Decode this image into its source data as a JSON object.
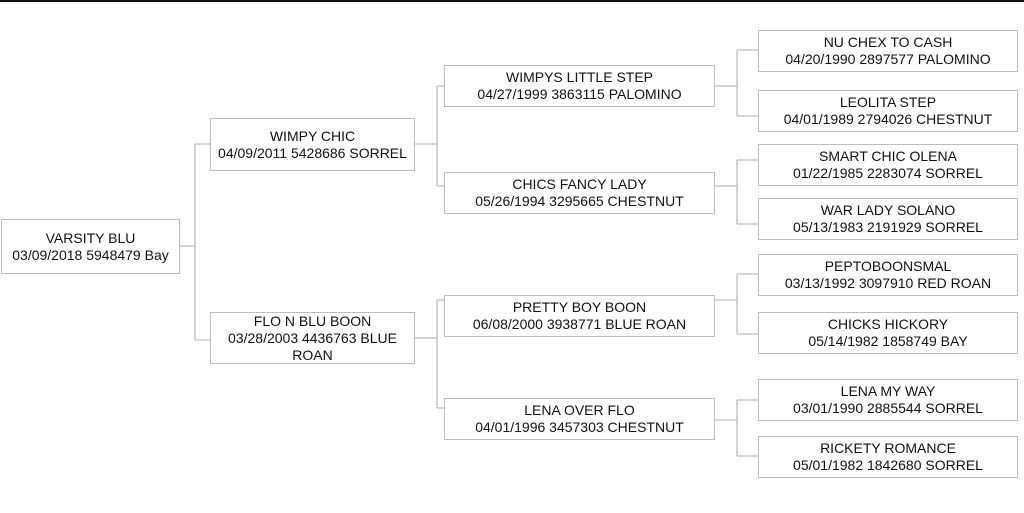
{
  "pedigree": {
    "subject": {
      "name": "VARSITY BLU",
      "info": "03/09/2018 5948479 Bay"
    },
    "sire": {
      "name": "WIMPY CHIC",
      "info": "04/09/2011 5428686 SORREL"
    },
    "dam": {
      "name": "FLO N BLU BOON",
      "info": "03/28/2003 4436763 BLUE ROAN"
    },
    "sire_sire": {
      "name": "WIMPYS LITTLE STEP",
      "info": "04/27/1999 3863115 PALOMINO"
    },
    "sire_dam": {
      "name": "CHICS FANCY LADY",
      "info": "05/26/1994 3295665 CHESTNUT"
    },
    "dam_sire": {
      "name": "PRETTY BOY BOON",
      "info": "06/08/2000 3938771 BLUE ROAN"
    },
    "dam_dam": {
      "name": "LENA OVER FLO",
      "info": "04/01/1996 3457303 CHESTNUT"
    },
    "ggp1": {
      "name": "NU CHEX TO CASH",
      "info": "04/20/1990 2897577 PALOMINO"
    },
    "ggp2": {
      "name": "LEOLITA STEP",
      "info": "04/01/1989 2794026 CHESTNUT"
    },
    "ggp3": {
      "name": "SMART CHIC OLENA",
      "info": "01/22/1985 2283074 SORREL"
    },
    "ggp4": {
      "name": "WAR LADY SOLANO",
      "info": "05/13/1983 2191929 SORREL"
    },
    "ggp5": {
      "name": "PEPTOBOONSMAL",
      "info": "03/13/1992 3097910 RED ROAN"
    },
    "ggp6": {
      "name": "CHICKS HICKORY",
      "info": "05/14/1982 1858749 BAY"
    },
    "ggp7": {
      "name": "LENA MY WAY",
      "info": "03/01/1990 2885544 SORREL"
    },
    "ggp8": {
      "name": "RICKETY ROMANCE",
      "info": "05/01/1982 1842680 SORREL"
    }
  },
  "colors": {
    "border": "#bdbdbd",
    "connector": "#bdbdbd",
    "text": "#111111",
    "top_rule": "#111111"
  }
}
